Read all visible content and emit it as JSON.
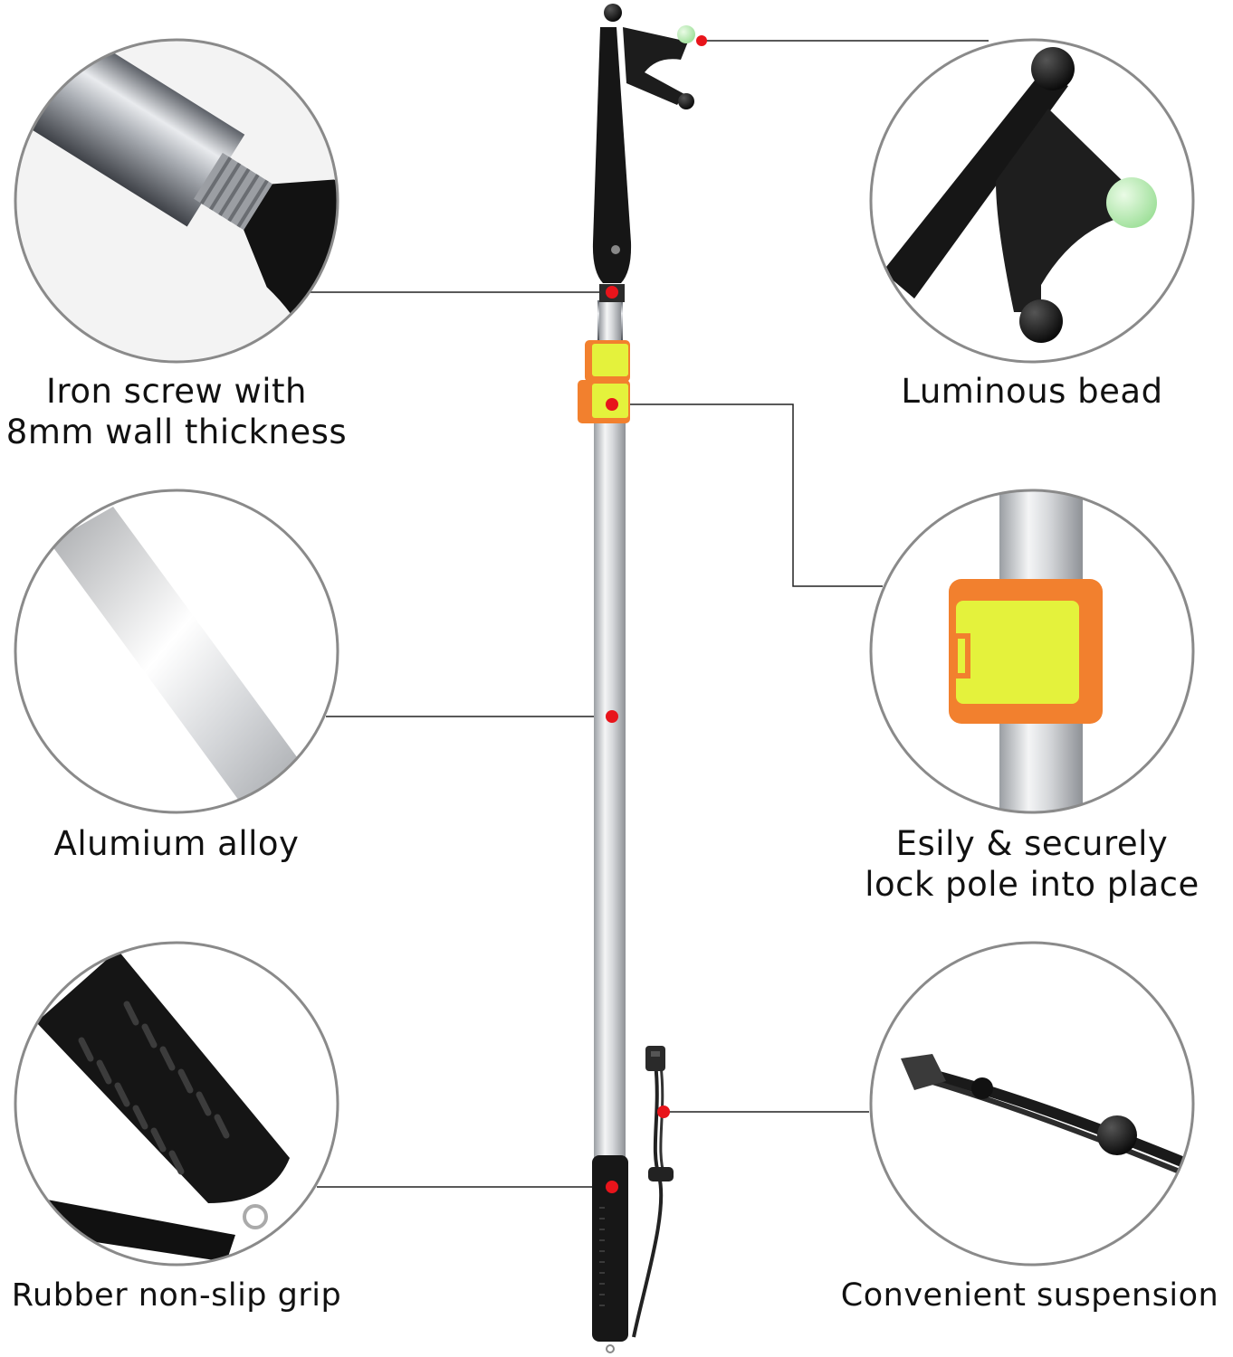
{
  "colors": {
    "background": "#ffffff",
    "circle_border": "#8a8a8a",
    "marker": "#e8141b",
    "connector": "#222222",
    "lock_orange": "#f2802e",
    "lock_yellow": "#e4f23c",
    "bead_green": "#b9efb0",
    "pole_silver": "#cfd1d4",
    "rubber_black": "#1a1a1a"
  },
  "features": [
    {
      "id": "iron-screw",
      "icon": "screw-icon",
      "lines": [
        "Iron screw with",
        "8mm wall thickness"
      ]
    },
    {
      "id": "luminous-bead",
      "icon": "hook-bead-icon",
      "lines": [
        "Luminous bead"
      ]
    },
    {
      "id": "aluminium",
      "icon": "pole-tube-icon",
      "lines": [
        "Alumium alloy"
      ]
    },
    {
      "id": "lock",
      "icon": "lock-clamp-icon",
      "lines": [
        "Esily & securely",
        "lock pole into place"
      ]
    },
    {
      "id": "grip",
      "icon": "rubber-grip-icon",
      "lines": [
        "Rubber non-slip grip"
      ]
    },
    {
      "id": "suspension",
      "icon": "lanyard-icon",
      "lines": [
        "Convenient suspension"
      ]
    }
  ]
}
